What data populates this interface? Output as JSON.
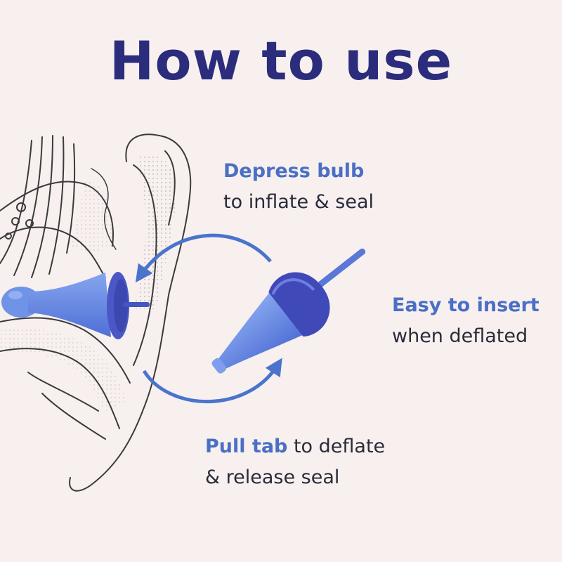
{
  "title": "How to use",
  "steps": {
    "depress": {
      "highlight": "Depress bulb",
      "text": "to inflate & seal"
    },
    "insert": {
      "highlight": "Easy to insert",
      "text": "when deflated"
    },
    "pull": {
      "highlight": "Pull tab",
      "text_inline": " to deflate",
      "text": "& release seal"
    }
  },
  "colors": {
    "background": "#f7f0ef",
    "title": "#2b2c7c",
    "highlight": "#4a6fc4",
    "arrow": "#4a74cc",
    "earplug_light": "#6f93e6",
    "earplug_dark": "#3f49b8",
    "ear_outline": "#3a3a3a"
  },
  "icons": [
    "ear-illustration",
    "earplug-inserted",
    "earplug-deflated",
    "arrow-to-ear",
    "arrow-to-plug"
  ]
}
